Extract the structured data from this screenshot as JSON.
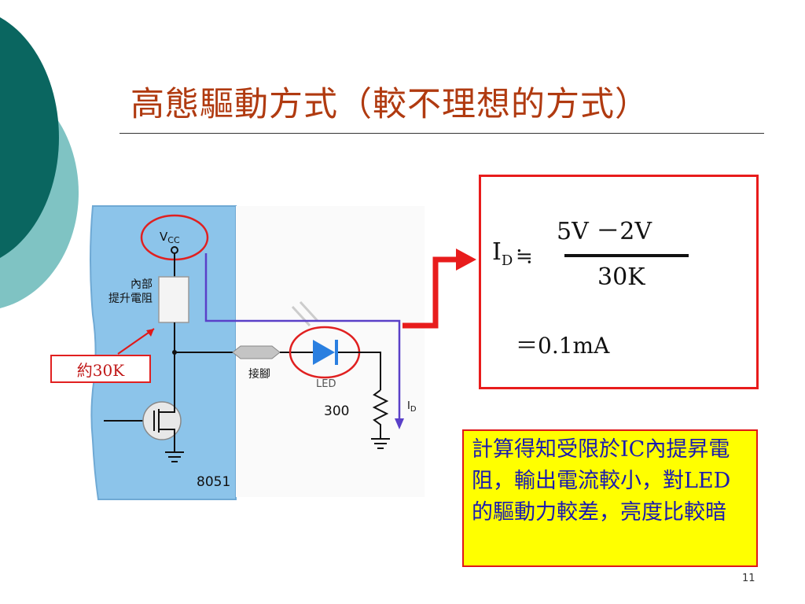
{
  "slide": {
    "title": "高態驅動方式（較不理想的方式）",
    "page_number": "11"
  },
  "circuit": {
    "vcc_label": "V",
    "vcc_sub": "CC",
    "pullup_label_line1": "內部",
    "pullup_label_line2": "提升電阻",
    "pin_label": "接腳",
    "led_label": "LED",
    "resistor_value": "300",
    "current_label": "I",
    "current_sub": "D",
    "chip_label": "8051",
    "pullup_note": "約30K"
  },
  "formula": {
    "lhs": "I",
    "lhs_sub": "D",
    "approx_symbol": "≒",
    "numerator": "5V －2V",
    "denominator": "30K",
    "result": "＝0.1mA"
  },
  "callout": {
    "text": "計算得知受限於IC內提昇電阻，輸出電流較小，對LED的驅動力較差，亮度比較暗"
  },
  "colors": {
    "title": "#b03a10",
    "accent_red": "#e81c1c",
    "callout_bg": "#ffff00",
    "callout_text": "#1a1ab0",
    "chip_bg": "#8cc4ea",
    "wire_blue": "#5a40c8"
  }
}
